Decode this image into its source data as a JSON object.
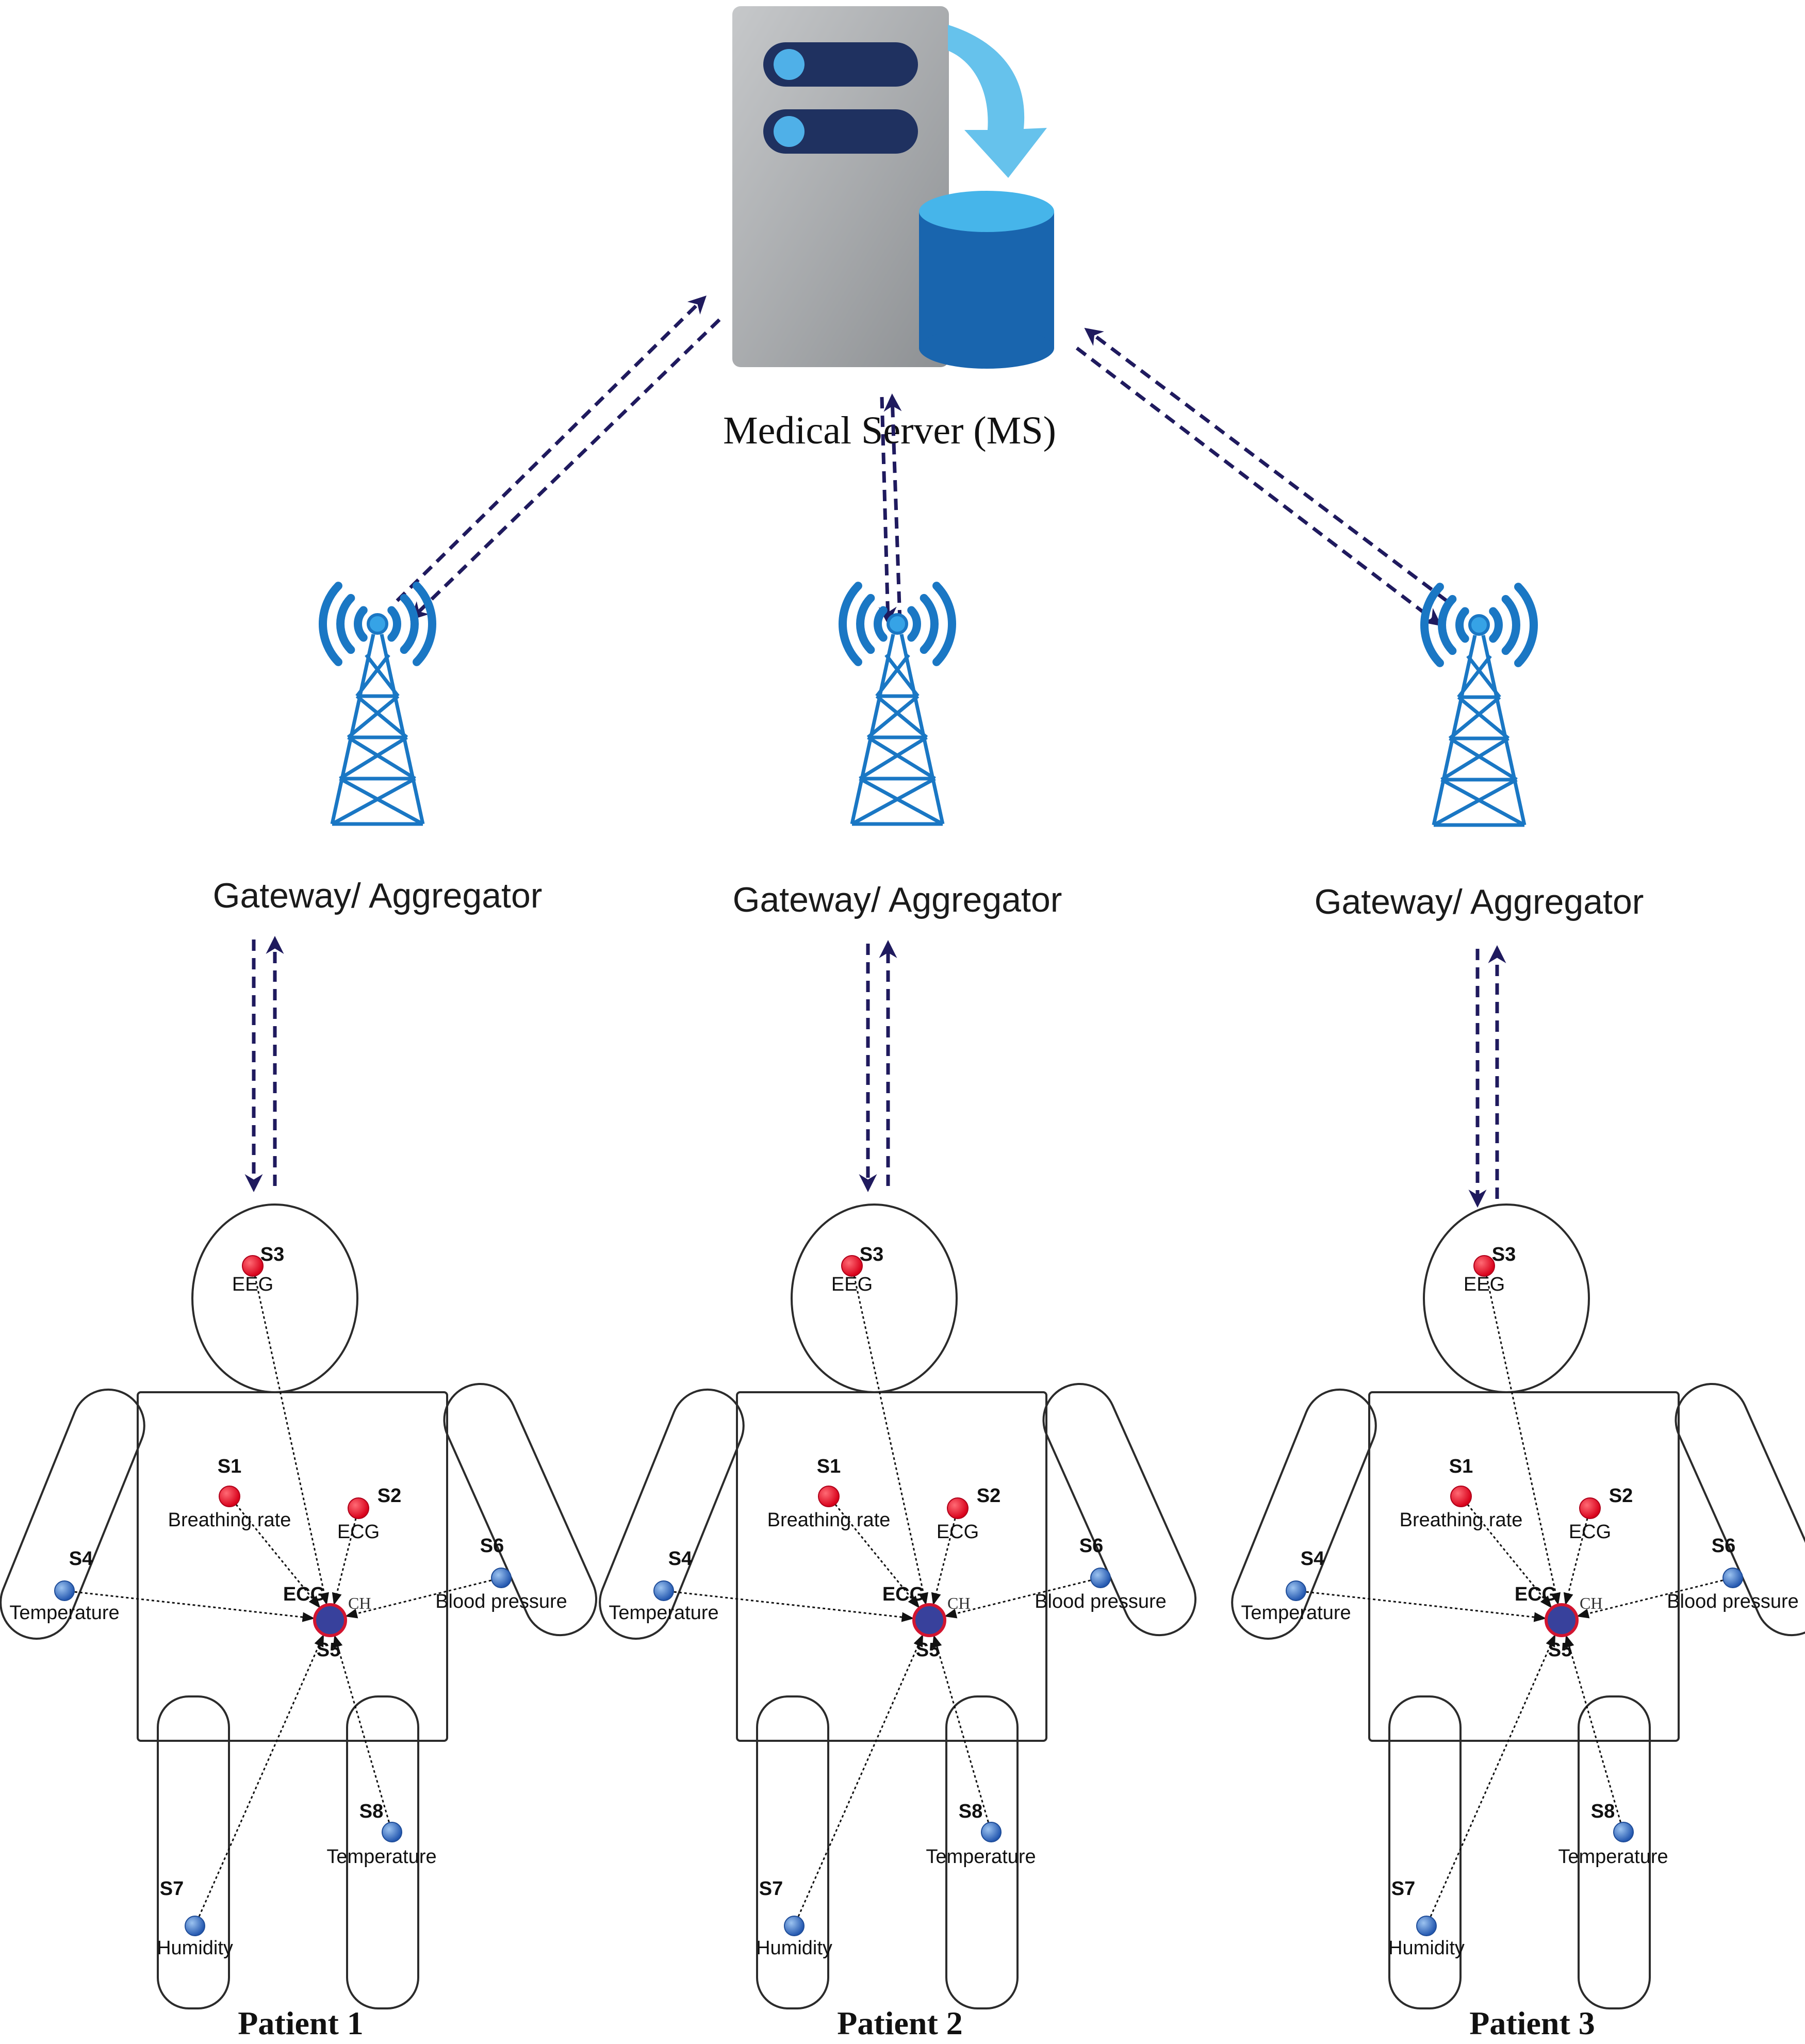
{
  "server": {
    "label": "Medical Server (MS)"
  },
  "gateway_label": "Gateway/ Aggregator",
  "cluster_head_label": "CH",
  "sensors": [
    {
      "id": "S1",
      "label": "Breathing rate",
      "color": "red"
    },
    {
      "id": "S2",
      "label": "ECG",
      "color": "red"
    },
    {
      "id": "S3",
      "label": "EEG",
      "color": "red"
    },
    {
      "id": "S4",
      "label": "Temperature",
      "color": "blue"
    },
    {
      "id": "S5",
      "label": "ECG",
      "color": "blue-center"
    },
    {
      "id": "S6",
      "label": "Blood pressure",
      "color": "blue"
    },
    {
      "id": "S7",
      "label": "Humidity",
      "color": "blue"
    },
    {
      "id": "S8",
      "label": "Temperature",
      "color": "blue"
    }
  ],
  "patients": [
    {
      "label": "Patient 1"
    },
    {
      "label": "Patient 2"
    },
    {
      "label": "Patient 3"
    }
  ],
  "colors": {
    "arrow": "#1f1a5e",
    "tower": "#1a77c4",
    "tower_light": "#36a3e6",
    "server_gray": "#a6a8ab",
    "server_slot": "#1f3160",
    "server_led": "#4fb0e8",
    "db_blue": "#1965ae",
    "db_top": "#46b5ea",
    "arrow_light": "#66c2ec",
    "sensor_red": "#e8102a",
    "sensor_blue": "#2f68c0",
    "ch_fill": "#38419c",
    "ch_ring": "#d21530"
  }
}
